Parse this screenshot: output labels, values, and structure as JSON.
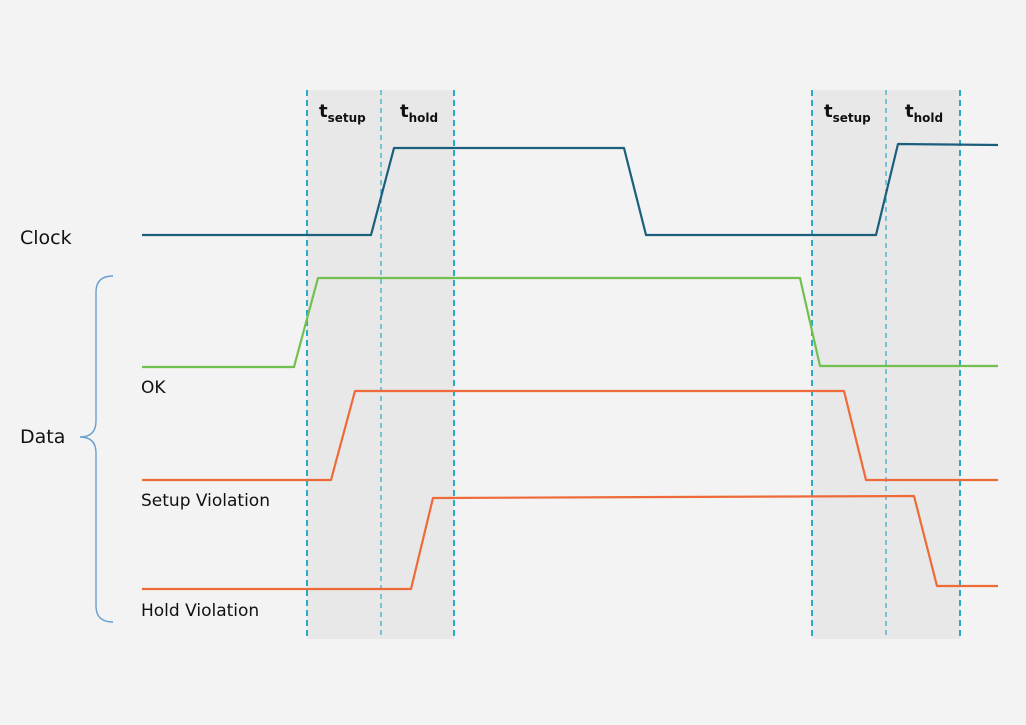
{
  "labels": {
    "clock": "Clock",
    "data": "Data"
  },
  "signals": {
    "ok": "OK",
    "setup_violation": "Setup Violation",
    "hold_violation": "Hold Violation"
  },
  "windows": [
    {
      "setup_main": "t",
      "setup_sub": "setup",
      "hold_main": "t",
      "hold_sub": "hold"
    },
    {
      "setup_main": "t",
      "setup_sub": "setup",
      "hold_main": "t",
      "hold_sub": "hold"
    }
  ],
  "colors": {
    "background": "#f3f3f3",
    "window_fill": "#e8e8e8",
    "window_border": "#29abc8",
    "clock": "#1c5f7c",
    "ok": "#72c04f",
    "violation": "#ee6a38",
    "brace": "#6a9fd0"
  }
}
